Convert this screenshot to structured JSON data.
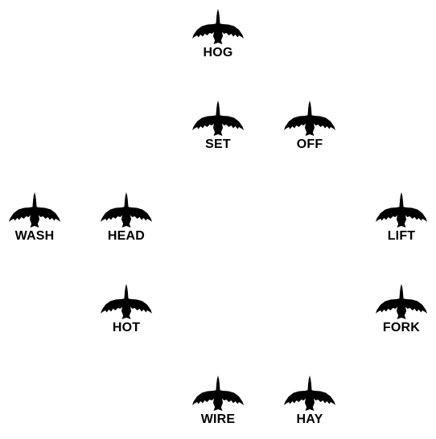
{
  "board": {
    "icon": "bird-silhouette-icon",
    "icon_color": "#000000",
    "background_color": "#ffffff",
    "tiles": [
      {
        "label": "HOG"
      },
      {
        "label": "SET"
      },
      {
        "label": "OFF"
      },
      {
        "label": "WASH"
      },
      {
        "label": "HEAD"
      },
      {
        "label": "LIFT"
      },
      {
        "label": "HOT"
      },
      {
        "label": "FORK"
      },
      {
        "label": "WIRE"
      },
      {
        "label": "HAY"
      }
    ]
  }
}
